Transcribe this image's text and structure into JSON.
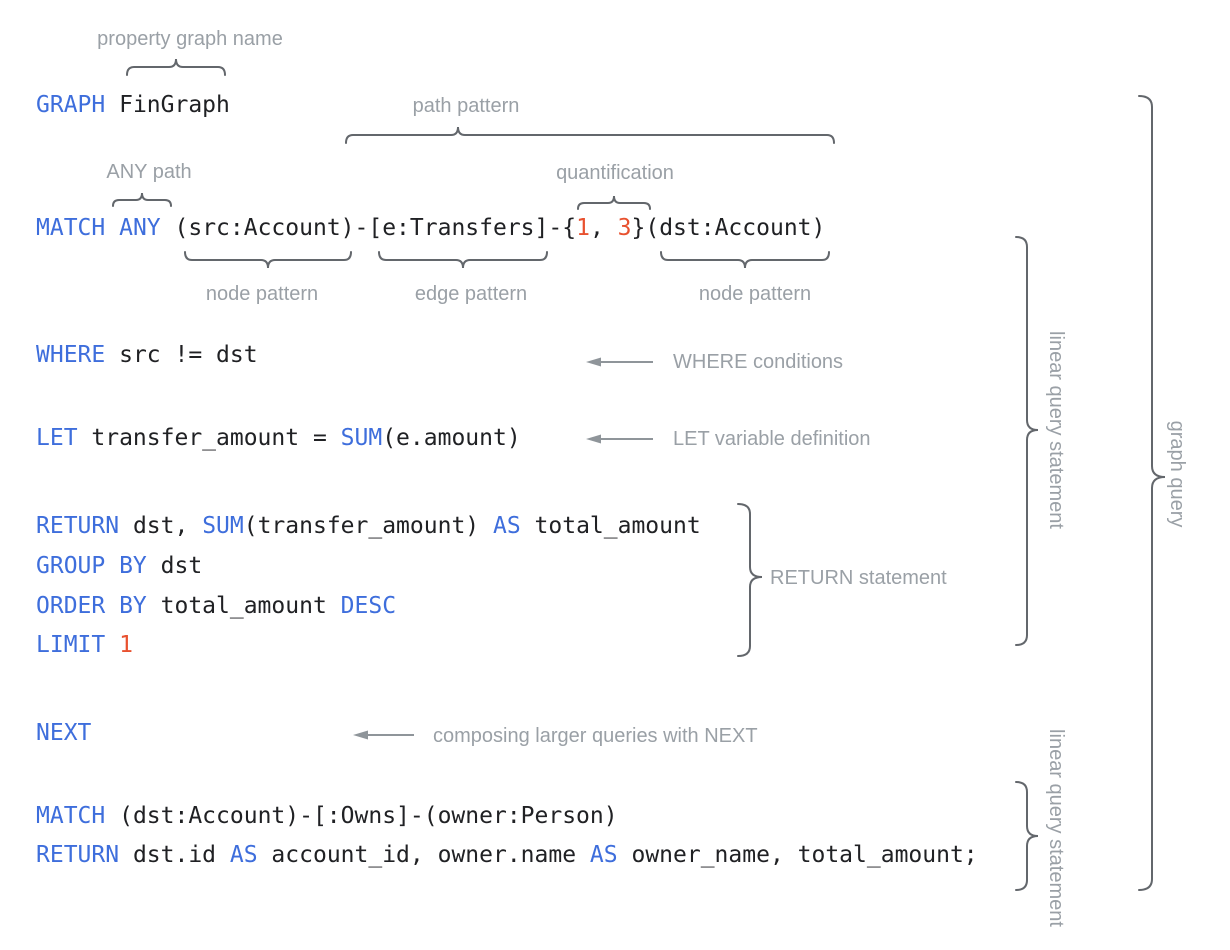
{
  "colors": {
    "keyword": "#3e6edc",
    "code_text": "#202124",
    "number": "#e8512f",
    "label": "#9aa0a6",
    "brace": "#63676c",
    "arrow": "#8f959a",
    "background": "#ffffff"
  },
  "code": {
    "lines": [
      {
        "name": "graph-clause",
        "segments": [
          {
            "type": "kw",
            "text": "GRAPH"
          },
          {
            "type": "pl",
            "text": " FinGraph"
          }
        ]
      },
      {
        "name": "match-any-clause",
        "segments": [
          {
            "type": "kw",
            "text": "MATCH"
          },
          {
            "type": "pl",
            "text": " "
          },
          {
            "type": "kw",
            "text": "ANY"
          },
          {
            "type": "pl",
            "text": " (src:Account)-[e:Transfers]-{"
          },
          {
            "type": "num",
            "text": "1"
          },
          {
            "type": "pl",
            "text": ", "
          },
          {
            "type": "num",
            "text": "3"
          },
          {
            "type": "pl",
            "text": "}(dst:Account)"
          }
        ]
      },
      {
        "name": "where-clause",
        "segments": [
          {
            "type": "kw",
            "text": "WHERE"
          },
          {
            "type": "pl",
            "text": " src != dst"
          }
        ]
      },
      {
        "name": "let-clause",
        "segments": [
          {
            "type": "kw",
            "text": "LET"
          },
          {
            "type": "pl",
            "text": " transfer_amount = "
          },
          {
            "type": "kw",
            "text": "SUM"
          },
          {
            "type": "pl",
            "text": "(e.amount)"
          }
        ]
      },
      {
        "name": "return-clause",
        "segments": [
          {
            "type": "kw",
            "text": "RETURN"
          },
          {
            "type": "pl",
            "text": " dst, "
          },
          {
            "type": "kw",
            "text": "SUM"
          },
          {
            "type": "pl",
            "text": "(transfer_amount) "
          },
          {
            "type": "kw",
            "text": "AS"
          },
          {
            "type": "pl",
            "text": " total_amount"
          }
        ]
      },
      {
        "name": "group-by-clause",
        "segments": [
          {
            "type": "kw",
            "text": "GROUP BY"
          },
          {
            "type": "pl",
            "text": " dst"
          }
        ]
      },
      {
        "name": "order-by-clause",
        "segments": [
          {
            "type": "kw",
            "text": "ORDER BY"
          },
          {
            "type": "pl",
            "text": " total_amount "
          },
          {
            "type": "kw",
            "text": "DESC"
          }
        ]
      },
      {
        "name": "limit-clause",
        "segments": [
          {
            "type": "kw",
            "text": "LIMIT"
          },
          {
            "type": "pl",
            "text": " "
          },
          {
            "type": "num",
            "text": "1"
          }
        ]
      },
      {
        "name": "next-clause",
        "segments": [
          {
            "type": "kw",
            "text": "NEXT"
          }
        ]
      },
      {
        "name": "match-owns-clause",
        "segments": [
          {
            "type": "kw",
            "text": "MATCH"
          },
          {
            "type": "pl",
            "text": " (dst:Account)-[:Owns]-(owner:Person)"
          }
        ]
      },
      {
        "name": "final-return-clause",
        "segments": [
          {
            "type": "kw",
            "text": "RETURN"
          },
          {
            "type": "pl",
            "text": " dst.id "
          },
          {
            "type": "kw",
            "text": "AS"
          },
          {
            "type": "pl",
            "text": " account_id, owner.name "
          },
          {
            "type": "kw",
            "text": "AS"
          },
          {
            "type": "pl",
            "text": " owner_name, total_amount;"
          }
        ]
      }
    ]
  },
  "annotations": {
    "property_graph_name": "property graph name",
    "path_pattern": "path pattern",
    "any_path": "ANY path",
    "quantification": "quantification",
    "node_pattern_left": "node pattern",
    "edge_pattern": "edge pattern",
    "node_pattern_right": "node pattern",
    "where_conditions": "WHERE conditions",
    "let_variable_definition": "LET variable definition",
    "return_statement": "RETURN statement",
    "next_composition": "composing larger queries with NEXT",
    "linear_query_statement_top": "linear query statement",
    "linear_query_statement_bottom": "linear query statement",
    "graph_query": "graph query"
  }
}
